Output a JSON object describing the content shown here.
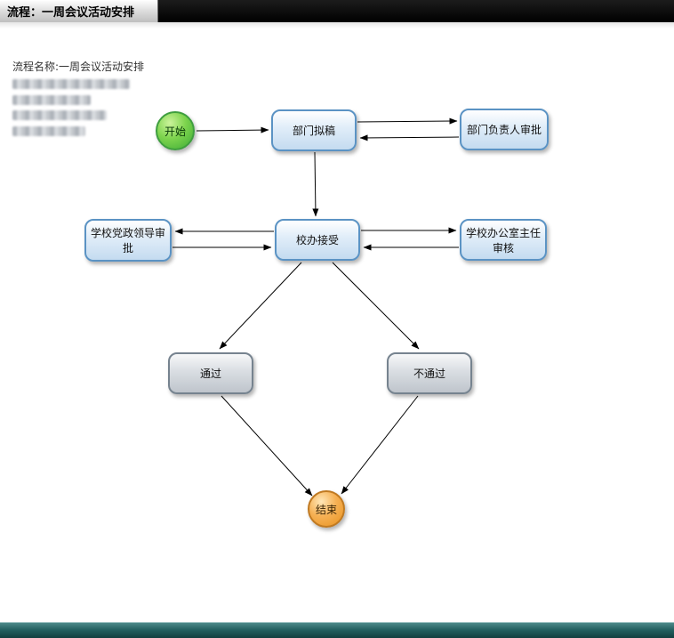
{
  "window": {
    "title_bar": {
      "title": "流程：一周会议活动安排"
    }
  },
  "page": {
    "process_name_label": "流程名称:一周会议活动安排"
  },
  "diagram": {
    "nodes": {
      "start": {
        "label": "开始",
        "shape": "circle",
        "fill": "#5cc344"
      },
      "draft": {
        "label": "部门拟稿",
        "shape": "rounded-rect",
        "fill": "#cfe3f5"
      },
      "dept_head_approval": {
        "label": "部门负责人审批",
        "shape": "rounded-rect",
        "fill": "#cfe3f5"
      },
      "school_leaders_approval": {
        "label": "学校党政领导审批",
        "shape": "rounded-rect",
        "fill": "#cfe3f5"
      },
      "office_accept": {
        "label": "校办接受",
        "shape": "rounded-rect",
        "fill": "#cfe3f5"
      },
      "office_director_review": {
        "label": "学校办公室主任审核",
        "shape": "rounded-rect",
        "fill": "#cfe3f5"
      },
      "pass": {
        "label": "通过",
        "shape": "rounded-rect",
        "fill": "#c9ced6"
      },
      "fail": {
        "label": "不通过",
        "shape": "rounded-rect",
        "fill": "#c9ced6"
      },
      "end": {
        "label": "结束",
        "shape": "circle",
        "fill": "#f0a23c"
      }
    },
    "edges": [
      {
        "from": "start",
        "to": "draft"
      },
      {
        "from": "draft",
        "to": "dept_head_approval"
      },
      {
        "from": "dept_head_approval",
        "to": "draft"
      },
      {
        "from": "draft",
        "to": "office_accept"
      },
      {
        "from": "office_accept",
        "to": "school_leaders_approval"
      },
      {
        "from": "school_leaders_approval",
        "to": "office_accept"
      },
      {
        "from": "office_accept",
        "to": "office_director_review"
      },
      {
        "from": "office_director_review",
        "to": "office_accept"
      },
      {
        "from": "office_accept",
        "to": "pass"
      },
      {
        "from": "office_accept",
        "to": "fail"
      },
      {
        "from": "pass",
        "to": "end"
      },
      {
        "from": "fail",
        "to": "end"
      }
    ],
    "colors": {
      "blue_node_border": "#5b93c4",
      "gray_node_border": "#76838f",
      "start_green": "#3cab35",
      "end_orange": "#e8921f",
      "arrow": "#000000",
      "title_bar_background": "#000000",
      "footer_bar": "#246161"
    }
  }
}
